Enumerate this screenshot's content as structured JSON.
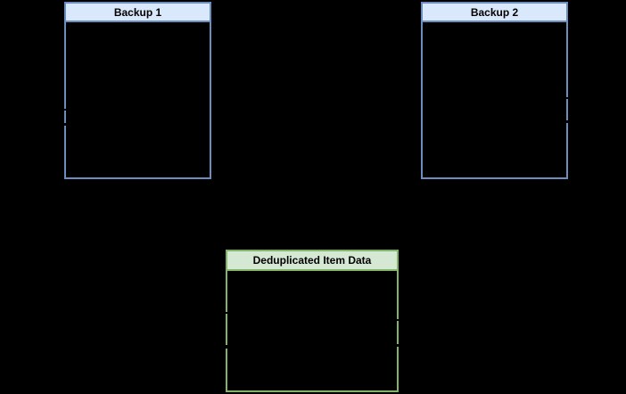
{
  "diagram": {
    "background_color": "#000000",
    "nodes": [
      {
        "id": "backup-1",
        "label": "Backup 1",
        "header_fill": "#dae8fc",
        "stroke_color": "#6c8ebf",
        "body_fill": "#000000",
        "label_color": "#000000"
      },
      {
        "id": "backup-2",
        "label": "Backup 2",
        "header_fill": "#dae8fc",
        "stroke_color": "#6c8ebf",
        "body_fill": "#000000",
        "label_color": "#000000"
      },
      {
        "id": "deduplicated-item-data",
        "label": "Deduplicated Item Data",
        "header_fill": "#d5e8d4",
        "stroke_color": "#82b366",
        "body_fill": "#000000",
        "label_color": "#000000"
      }
    ],
    "connector_ticks": {
      "color": "#000000",
      "count": 8,
      "locations": [
        "backup-1 left border (2 stubs)",
        "backup-2 right border (2 stubs)",
        "deduplicated-item-data left border (2 stubs)",
        "deduplicated-item-data right border (2 stubs)"
      ]
    }
  }
}
